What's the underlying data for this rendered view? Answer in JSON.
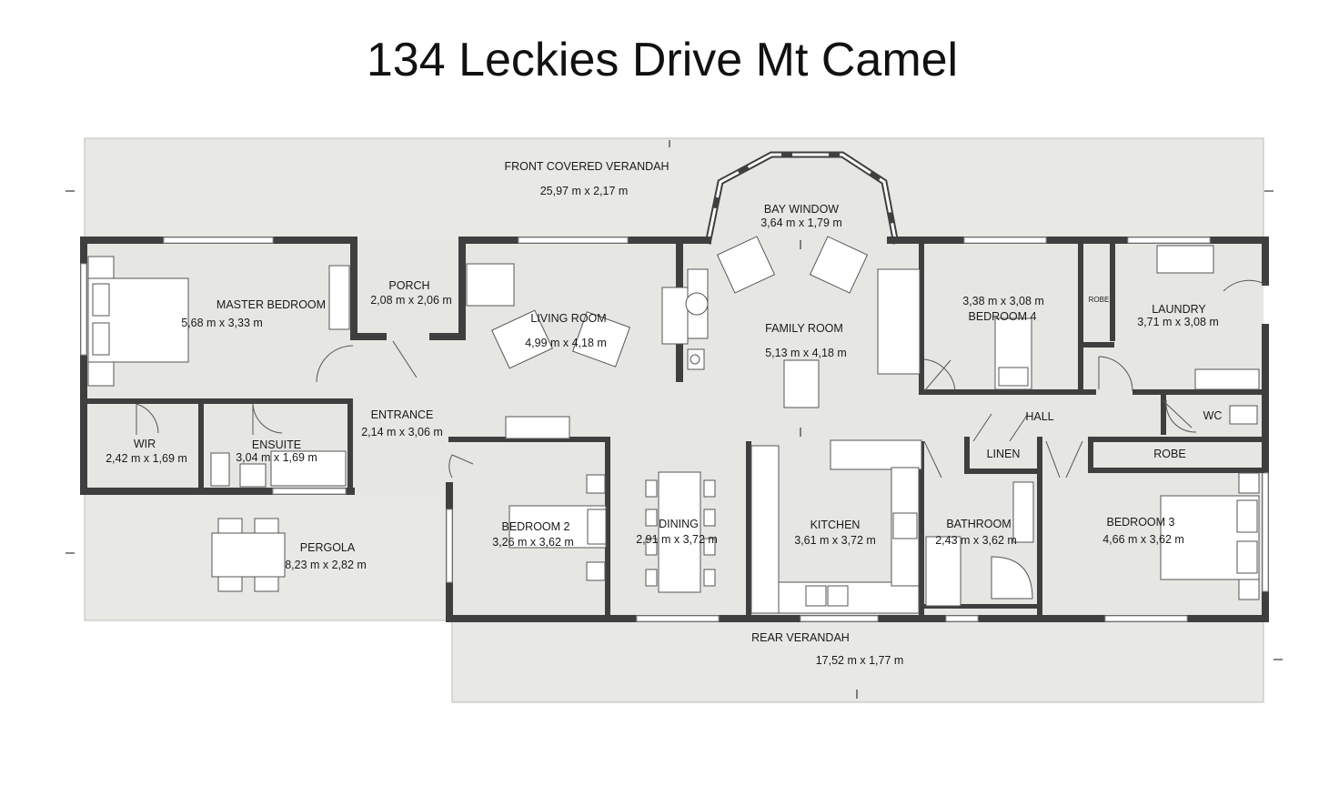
{
  "title": "134 Leckies Drive Mt Camel",
  "colors": {
    "floor": "#e6e7e3",
    "wall": "#3f3f3f",
    "outdoor": "#e8e9e5"
  },
  "rooms": {
    "front_verandah": {
      "name": "FRONT COVERED VERANDAH",
      "size": "25,97 m x 2,17 m"
    },
    "bay_window": {
      "name": "BAY WINDOW",
      "size": "3,64 m x 1,79 m"
    },
    "master_bedroom": {
      "name": "MASTER BEDROOM",
      "size": "5,68 m x 3,33 m"
    },
    "porch": {
      "name": "PORCH",
      "size": "2,08 m x 2,06 m"
    },
    "living_room": {
      "name": "LIVING ROOM",
      "size": "4,99 m x 4,18 m"
    },
    "family_room": {
      "name": "FAMILY ROOM",
      "size": "5,13 m x 4,18 m"
    },
    "bedroom4": {
      "name": "BEDROOM 4",
      "size": "3,38 m x 3,08 m"
    },
    "robe_small": {
      "name": "ROBE"
    },
    "laundry": {
      "name": "LAUNDRY",
      "size": "3,71 m x 3,08 m"
    },
    "entrance": {
      "name": "ENTRANCE",
      "size": "2,14 m x 3,06 m"
    },
    "hall": {
      "name": "HALL"
    },
    "wc": {
      "name": "WC"
    },
    "linen": {
      "name": "LINEN"
    },
    "robe": {
      "name": "ROBE"
    },
    "wir": {
      "name": "WIR",
      "size": "2,42 m x 1,69 m"
    },
    "ensuite": {
      "name": "ENSUITE",
      "size": "3,04 m x 1,69 m"
    },
    "bedroom2": {
      "name": "BEDROOM 2",
      "size": "3,26 m x 3,62 m"
    },
    "dining": {
      "name": "DINING",
      "size": "2,91 m x 3,72 m"
    },
    "kitchen": {
      "name": "KITCHEN",
      "size": "3,61 m x 3,72 m"
    },
    "bathroom": {
      "name": "BATHROOM",
      "size": "2,43 m x 3,62 m"
    },
    "bedroom3": {
      "name": "BEDROOM 3",
      "size": "4,66 m x 3,62 m"
    },
    "pergola": {
      "name": "PERGOLA",
      "size": "8,23 m x 2,82 m"
    },
    "rear_verandah": {
      "name": "REAR VERANDAH",
      "size": "17,52 m x 1,77 m"
    }
  }
}
